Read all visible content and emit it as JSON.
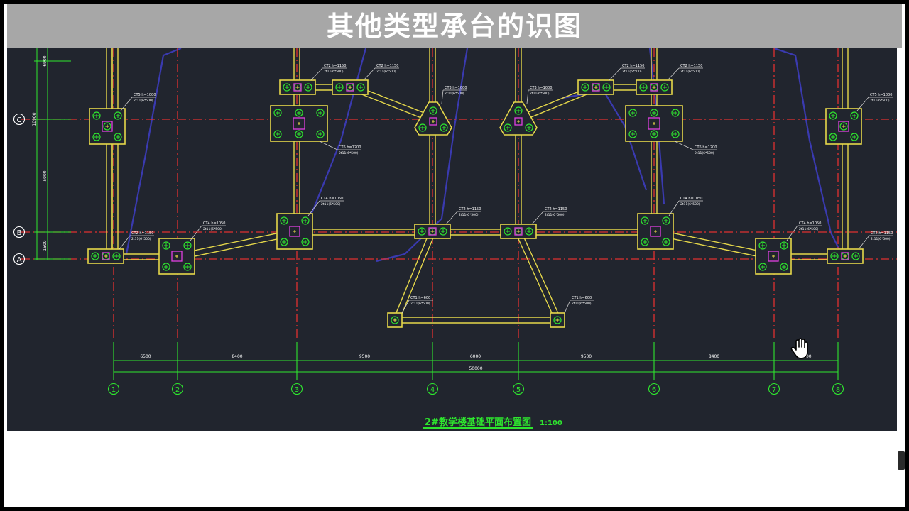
{
  "title": "其他类型承台的识图",
  "drawing": {
    "caption": "2#教学楼基础平面布置图",
    "scale": "1:100",
    "axes_x": [
      "1",
      "2",
      "3",
      "4",
      "5",
      "6",
      "7",
      "8"
    ],
    "axes_y": [
      "A",
      "B",
      "C"
    ],
    "spans": [
      "6500",
      "8400",
      "9500",
      "6000",
      "9500",
      "8400",
      "4500"
    ],
    "total": "50000",
    "left_dims": [
      "6900",
      "10900",
      "5000",
      "1500"
    ],
    "cap_labels": {
      "ct5": "CT5 h=1000",
      "ct6": "CT6 h=1200",
      "ct4": "CT4 h=1050",
      "ct2": "CT2 h=1150",
      "ct3": "CT3 h=1000",
      "ct1": "CT1 h=600",
      "rebar": "2t11(6*500)"
    },
    "colors": {
      "background": "#21252e",
      "axis_line": "#e03030",
      "beam": "#e6d84a",
      "dimension": "#2ee62e",
      "pile": "#2ee62e",
      "column": "#e040e0",
      "slab_edge": "#3a3ab0"
    }
  },
  "icons": {
    "cursor": "hand-pan-icon"
  }
}
